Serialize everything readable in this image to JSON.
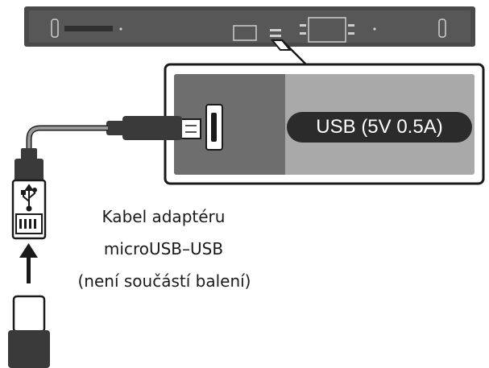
{
  "port_label": "USB (5V 0.5A)",
  "cable_caption": {
    "line1": "Kabel adaptéru",
    "line2": "microUSB–USB",
    "line3": "(není součástí balení)"
  },
  "colors": {
    "soundbar": "#4a4a4a",
    "panel_dark": "#6e6e6e",
    "panel_light": "#a9a9a9",
    "label_pill": "#2b2b2b",
    "connector": "#3a3a3a",
    "cable": "#999999"
  },
  "icons": [
    "usb-icon",
    "arrow-up-icon"
  ]
}
